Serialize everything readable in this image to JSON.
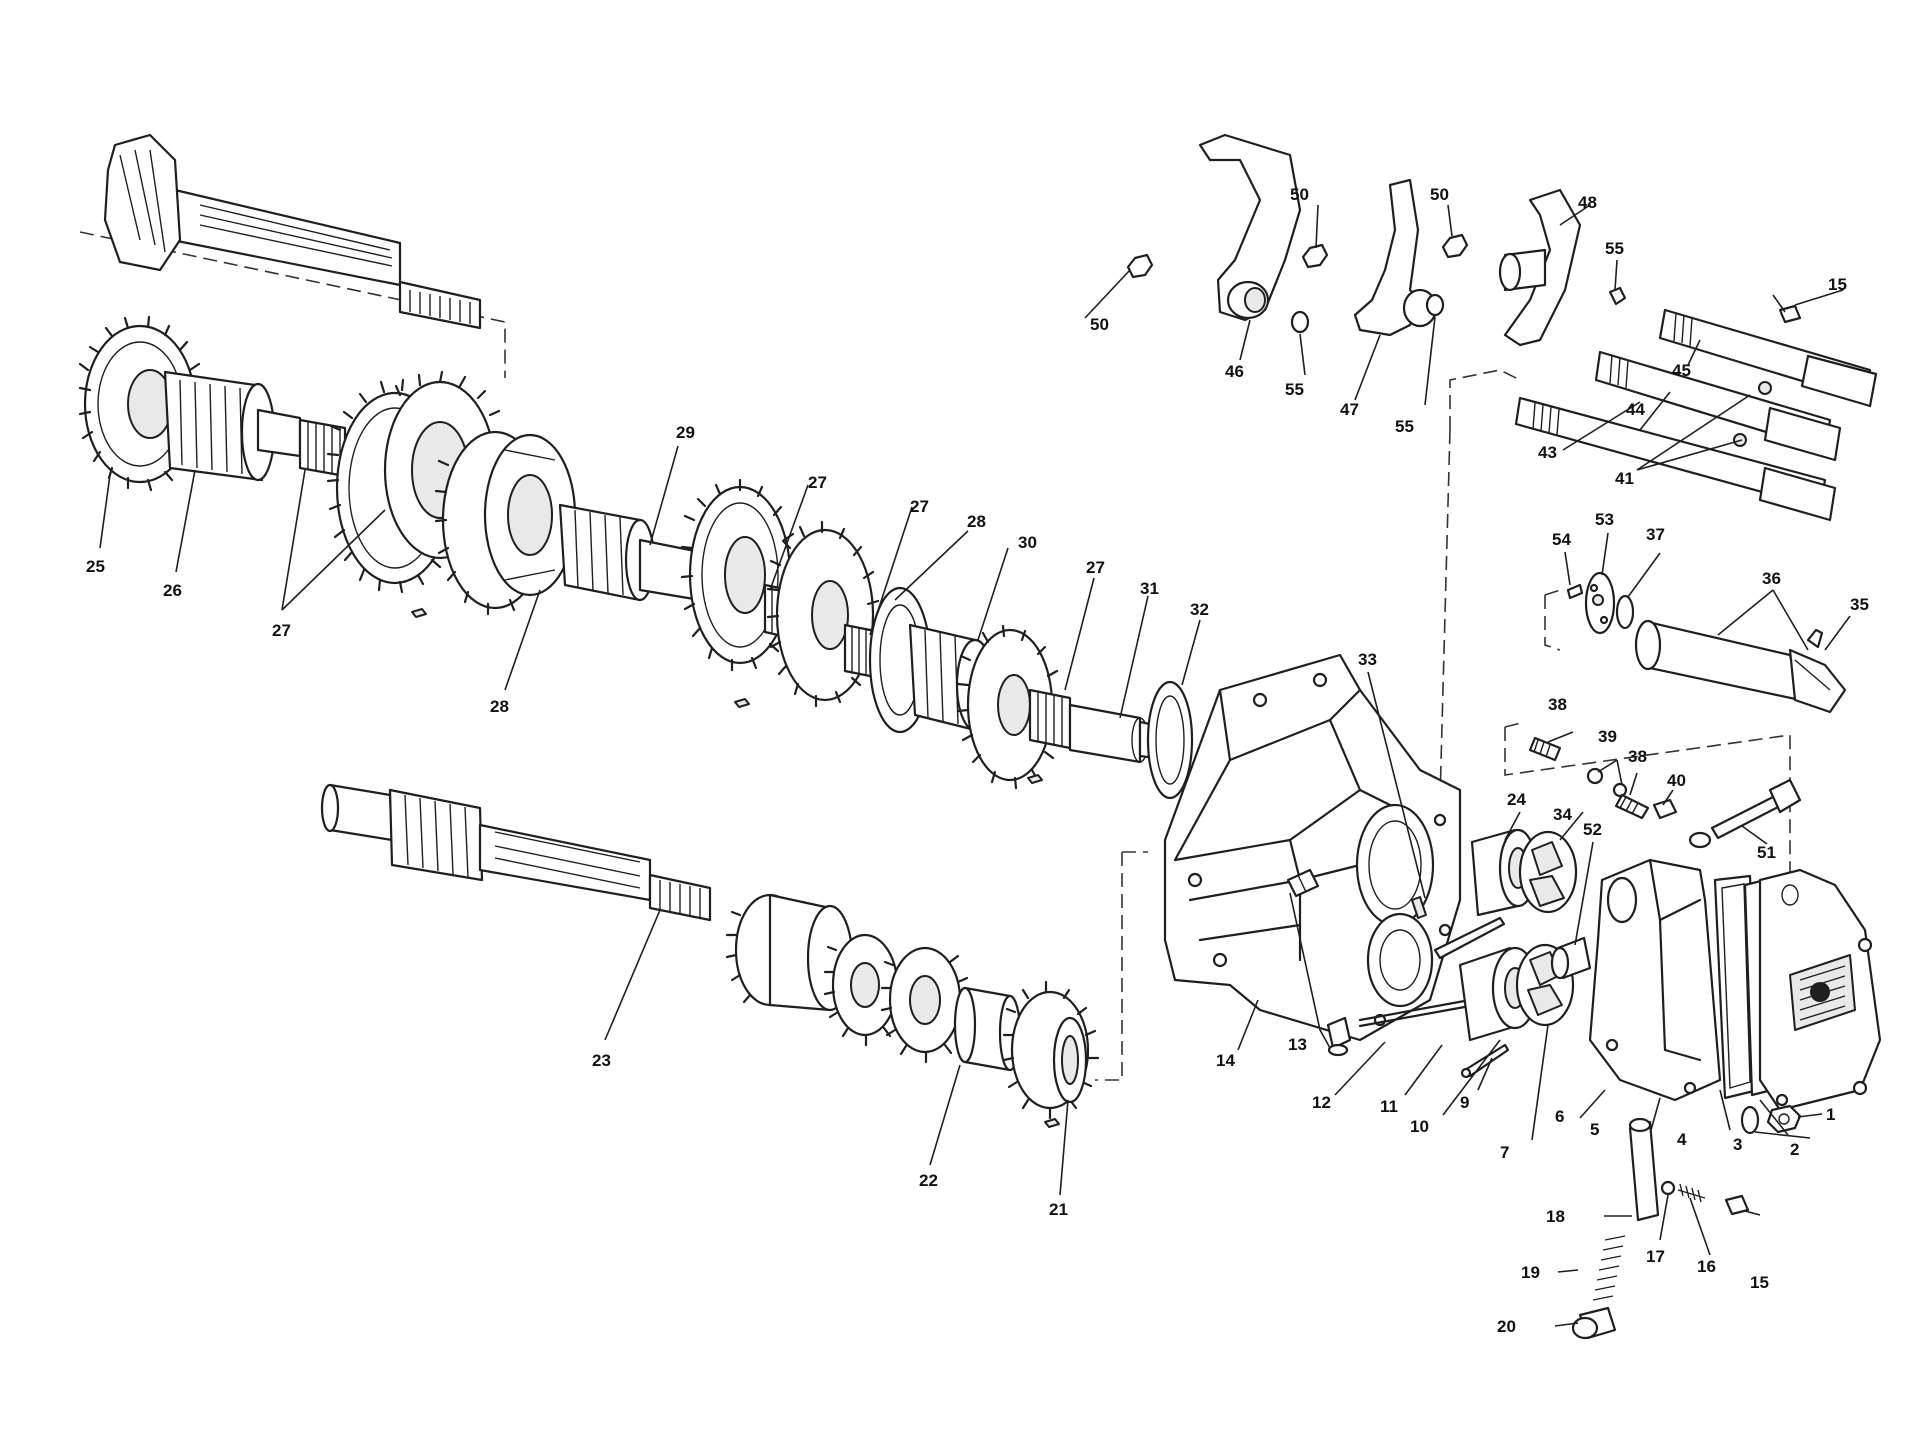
{
  "callouts": [
    {
      "id": "c1",
      "text": "1"
    },
    {
      "id": "c2",
      "text": "2"
    },
    {
      "id": "c3",
      "text": "3"
    },
    {
      "id": "c4",
      "text": "4"
    },
    {
      "id": "c5",
      "text": "5"
    },
    {
      "id": "c6",
      "text": "6"
    },
    {
      "id": "c7",
      "text": "7"
    },
    {
      "id": "c9",
      "text": "9"
    },
    {
      "id": "c10",
      "text": "10"
    },
    {
      "id": "c11",
      "text": "11"
    },
    {
      "id": "c12",
      "text": "12"
    },
    {
      "id": "c13",
      "text": "13"
    },
    {
      "id": "c14",
      "text": "14"
    },
    {
      "id": "c15a",
      "text": "15"
    },
    {
      "id": "c15b",
      "text": "15"
    },
    {
      "id": "c16",
      "text": "16"
    },
    {
      "id": "c17",
      "text": "17"
    },
    {
      "id": "c18",
      "text": "18"
    },
    {
      "id": "c19",
      "text": "19"
    },
    {
      "id": "c20",
      "text": "20"
    },
    {
      "id": "c21",
      "text": "21"
    },
    {
      "id": "c22",
      "text": "22"
    },
    {
      "id": "c23",
      "text": "23"
    },
    {
      "id": "c24",
      "text": "24"
    },
    {
      "id": "c25",
      "text": "25"
    },
    {
      "id": "c26",
      "text": "26"
    },
    {
      "id": "c27a",
      "text": "27"
    },
    {
      "id": "c27b",
      "text": "27"
    },
    {
      "id": "c27c",
      "text": "27"
    },
    {
      "id": "c27d",
      "text": "27"
    },
    {
      "id": "c28a",
      "text": "28"
    },
    {
      "id": "c28b",
      "text": "28"
    },
    {
      "id": "c29",
      "text": "29"
    },
    {
      "id": "c30",
      "text": "30"
    },
    {
      "id": "c31",
      "text": "31"
    },
    {
      "id": "c32",
      "text": "32"
    },
    {
      "id": "c33",
      "text": "33"
    },
    {
      "id": "c34",
      "text": "34"
    },
    {
      "id": "c35",
      "text": "35"
    },
    {
      "id": "c36",
      "text": "36"
    },
    {
      "id": "c37",
      "text": "37"
    },
    {
      "id": "c38a",
      "text": "38"
    },
    {
      "id": "c38b",
      "text": "38"
    },
    {
      "id": "c39",
      "text": "39"
    },
    {
      "id": "c40",
      "text": "40"
    },
    {
      "id": "c41",
      "text": "41"
    },
    {
      "id": "c43",
      "text": "43"
    },
    {
      "id": "c44",
      "text": "44"
    },
    {
      "id": "c45",
      "text": "45"
    },
    {
      "id": "c46",
      "text": "46"
    },
    {
      "id": "c47",
      "text": "47"
    },
    {
      "id": "c48",
      "text": "48"
    },
    {
      "id": "c50a",
      "text": "50"
    },
    {
      "id": "c50b",
      "text": "50"
    },
    {
      "id": "c50c",
      "text": "50"
    },
    {
      "id": "c51",
      "text": "51"
    },
    {
      "id": "c52",
      "text": "52"
    },
    {
      "id": "c53",
      "text": "53"
    },
    {
      "id": "c54",
      "text": "54"
    },
    {
      "id": "c55a",
      "text": "55"
    },
    {
      "id": "c55b",
      "text": "55"
    },
    {
      "id": "c55c",
      "text": "55"
    }
  ]
}
